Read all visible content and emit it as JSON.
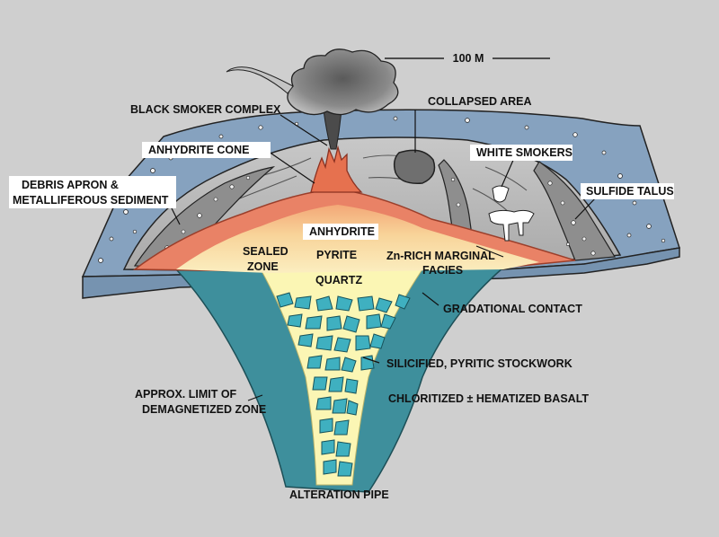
{
  "scale_bar": "100 M",
  "labels": {
    "black_smoker_complex": "BLACK SMOKER COMPLEX",
    "collapsed_area": "COLLAPSED AREA",
    "anhydrite_cone": "ANHYDRITE CONE",
    "white_smokers": "WHITE SMOKERS",
    "debris_apron_1": "DEBRIS APRON &",
    "debris_apron_2": "METALLIFEROUS SEDIMENT",
    "sulfide_talus": "SULFIDE TALUS",
    "anhydrite": "ANHYDRITE",
    "sealed_zone_1": "SEALED",
    "sealed_zone_2": "ZONE",
    "pyrite": "PYRITE",
    "quartz": "QUARTZ",
    "zn_rich_1": "Zn-RICH MARGINAL",
    "zn_rich_2": "FACIES",
    "gradational_contact": "GRADATIONAL CONTACT",
    "stockwork": "SILICIFIED, PYRITIC STOCKWORK",
    "chloritized": "CHLORITIZED ± HEMATIZED BASALT",
    "demag_1": "APPROX. LIMIT OF",
    "demag_2": "DEMAGNETIZED ZONE",
    "alteration_pipe": "ALTERATION PIPE"
  },
  "colors": {
    "background": "#cfcfcf",
    "seafloor": "#86a2bf",
    "mound_gray": "#b6b6b6",
    "talus_gray": "#8e8e8e",
    "sulfide_orange": "#e98266",
    "massive_sulfide": "#f6c98e",
    "pipe_teal": "#3e8f9c",
    "pipe_yellow": "#fbf6b4",
    "clast_teal": "#3fb0c0"
  }
}
